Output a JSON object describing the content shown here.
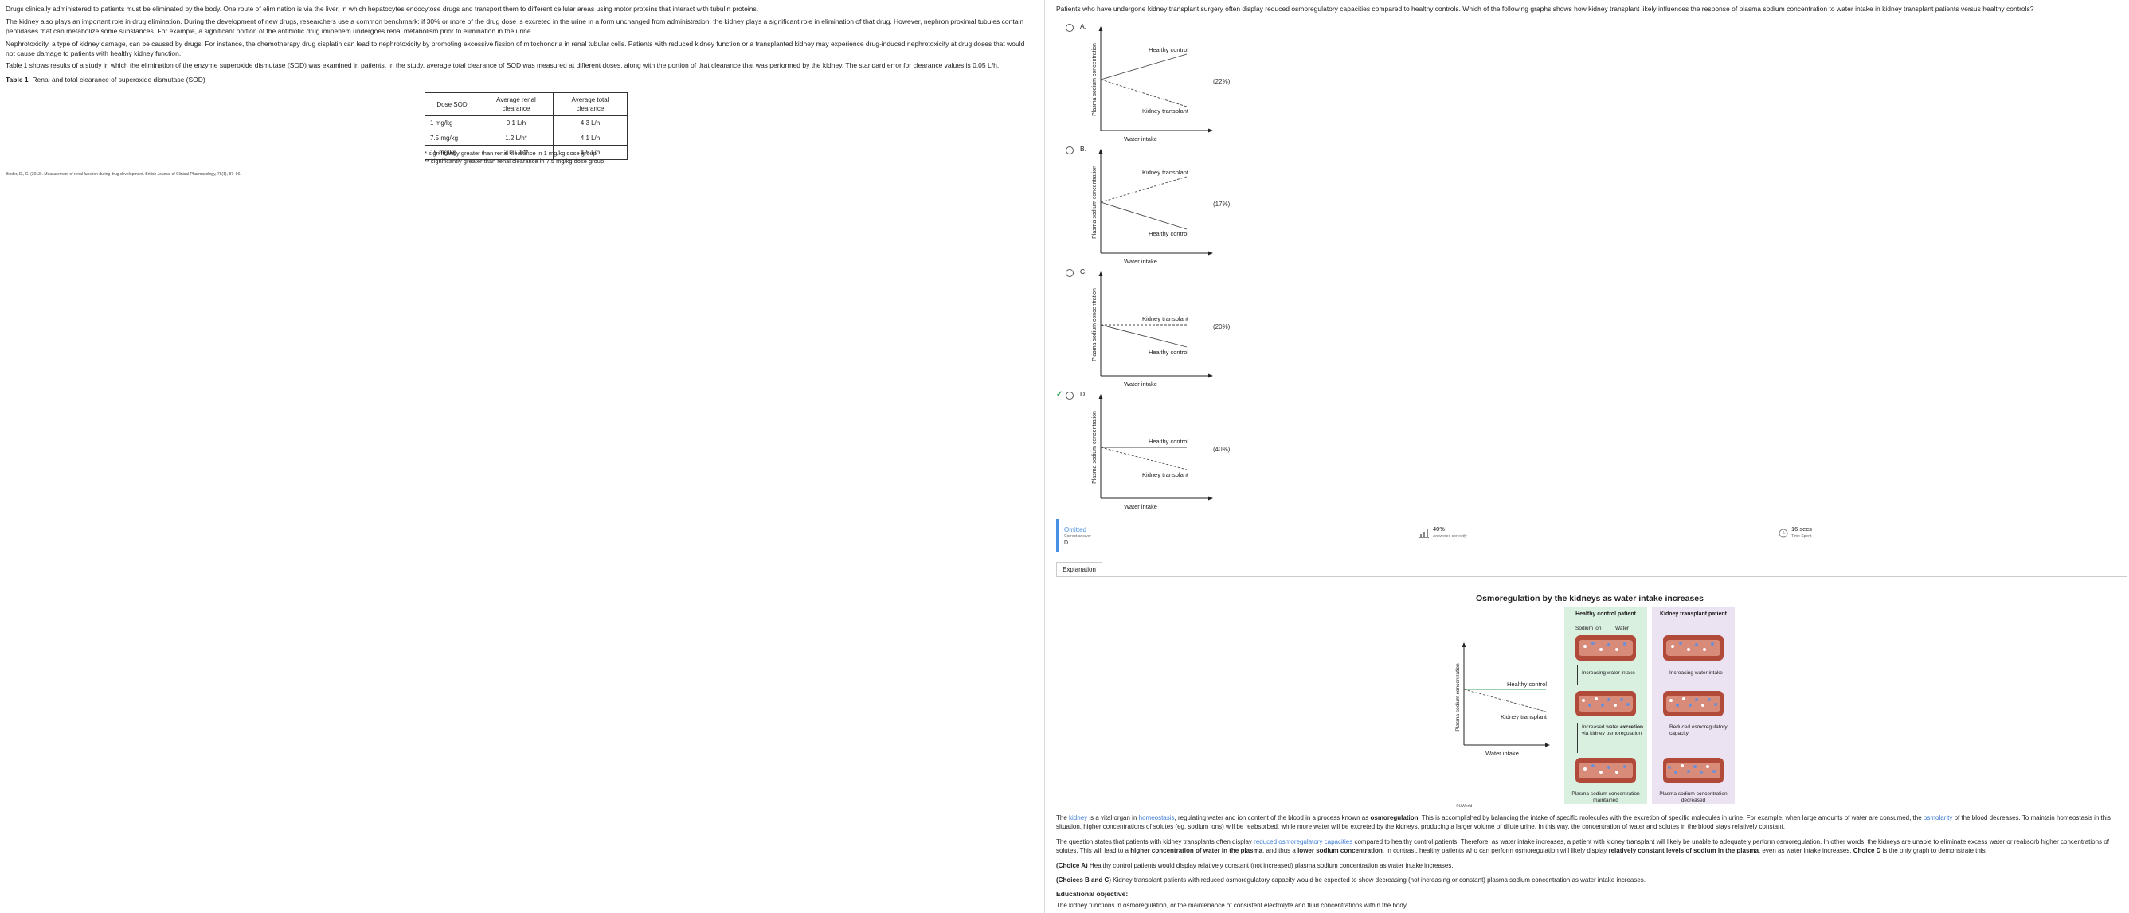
{
  "passage": {
    "p1": "Drugs clinically administered to patients must be eliminated by the body.  One route of elimination is via the liver, in which hepatocytes endocytose drugs and transport them to different cellular areas using motor proteins that interact with tubulin proteins.",
    "p2": "The kidney also plays an important role in drug elimination.  During the development of new drugs, researchers use a common benchmark: if 30% or more of the drug dose is excreted in the urine in a form unchanged from administration, the kidney plays a significant role in elimination of that drug.  However, nephron proximal tubules contain peptidases that can metabolize some substances.  For example, a significant portion of the antibiotic drug imipenem undergoes renal metabolism prior to elimination in the urine.",
    "p3": "Nephrotoxicity, a type of kidney damage, can be caused by drugs.  For instance, the chemotherapy drug cisplatin can lead to nephrotoxicity by promoting excessive fission of mitochondria in renal tubular cells.  Patients with reduced kidney function or a transplanted kidney may experience drug-induced nephrotoxicity at drug doses that would not cause damage to patients with healthy kidney function.",
    "p4": "Table 1 shows results of a study in which the elimination of the enzyme superoxide dismutase (SOD) was examined in patients.  In the study, average total clearance of SOD was measured at different doses, along with the portion of that clearance that was performed by the kidney.  The standard error for clearance values is 0.05 L/h.",
    "table_label": "Table 1",
    "table_title": "Renal and total clearance of superoxide dismutase (SOD)",
    "table": {
      "headers": [
        "Dose SOD",
        "Average renal clearance",
        "Average total clearance"
      ],
      "rows": [
        [
          "1 mg/kg",
          "0.1 L/h",
          "4.3 L/h"
        ],
        [
          "7.5 mg/kg",
          "1.2 L/h*",
          "4.1 L/h"
        ],
        [
          "15 mg/kg",
          "2.0 L/h**",
          "4.5 L/h"
        ]
      ]
    },
    "footnote1": "* significantly greater than renal clearance in 1 mg/kg dose group",
    "footnote2": "** significantly greater than renal clearance in 7.5 mg/kg dose group",
    "citation": "Binder, D., C. (2013). Measurement of renal function during drug development. British Journal of Clinical Pharmacology, 76(1), 87–96."
  },
  "question": {
    "stem": "Patients who have undergone kidney transplant surgery often display reduced osmoregulatory capacities compared to healthy controls.  Which of the following graphs shows how kidney transplant likely influences the response of plasma sodium concentration to water intake in kidney transplant patients versus healthy controls?",
    "y_label": "Plasma sodium concentration",
    "x_label": "Water intake",
    "choices": [
      {
        "letter": "A.",
        "percent": "(22%)",
        "top_label": "Healthy control",
        "bottom_label": "Kidney transplant"
      },
      {
        "letter": "B.",
        "percent": "(17%)",
        "top_label": "Kidney transplant",
        "bottom_label": "Healthy control"
      },
      {
        "letter": "C.",
        "percent": "(20%)",
        "top_label": "Kidney transplant",
        "bottom_label": "Healthy control"
      },
      {
        "letter": "D.",
        "percent": "(40%)",
        "top_label": "Healthy control",
        "bottom_label": "Kidney transplant"
      }
    ],
    "correct_mark": "✓"
  },
  "stats": {
    "status": "Omitted",
    "correct_answer_label": "Correct answer",
    "correct_answer": "D",
    "percent": "40%",
    "percent_label": "Answered correctly",
    "time": "16 secs",
    "time_label": "Time Spent"
  },
  "explanation": {
    "tab_label": "Explanation",
    "figure_title": "Osmoregulation by the kidneys as water intake increases",
    "y_label": "Plasma sodium concentration",
    "x_label": "Water intake",
    "line_top": "Healthy control",
    "line_bottom": "Kidney transplant",
    "col_healthy": "Healthy control patient",
    "col_transplant": "Kidney transplant patient",
    "legend_sodium": "Sodium ion",
    "legend_water": "Water",
    "step1_healthy": "Increasing water intake",
    "step1_transplant": "Increasing water intake",
    "step2_healthy_a": "Increased water",
    "step2_healthy_b": "excretion",
    "step2_healthy_c": "via kidney osmoregulation",
    "step2_transplant": "Reduced osmoregulatory capacity",
    "result_healthy": "Plasma sodium concentration maintained",
    "result_transplant": "Plasma sodium concentration decreased",
    "watermark": "©UWorld",
    "para1_a": "The ",
    "para1_kidney": "kidney",
    "para1_b": " is a vital organ in ",
    "para1_homeostasis": "homeostasis",
    "para1_c": ", regulating water and ion content of the blood in a process known as ",
    "para1_osmo": "osmoregulation",
    "para1_d": ".  This is accomplished by balancing the intake of specific molecules with the excretion of specific molecules in urine.  For example, when large amounts of water are consumed, the ",
    "para1_osmolarity": "osmolarity",
    "para1_e": " of the blood decreases.  To maintain homeostasis in this situation, higher concentrations of solutes (eg, sodium ions) will be reabsorbed, while more water will be excreted by the kidneys, producing a larger volume of dilute urine.  In this way, the concentration of water and solutes in the blood stays relatively constant.",
    "para2_a": "The question states that patients with kidney transplants often display ",
    "para2_link": "reduced osmoregulatory capacities",
    "para2_b": " compared to healthy control patients.  Therefore, as water intake increases, a patient with kidney transplant will likely be unable to adequately perform osmoregulation.  In other words, the kidneys are unable to eliminate excess water or reabsorb higher concentrations of solutes.  This will lead to a ",
    "para2_bold1": "higher concentration of water in the plasma",
    "para2_c": ", and thus a ",
    "para2_bold2": "lower sodium concentration",
    "para2_d": ".  In contrast, healthy patients who can perform osmoregulation will likely display ",
    "para2_bold3": "relatively constant levels of sodium in the plasma",
    "para2_e": ", even as water intake increases.  ",
    "para2_bold4": "Choice D",
    "para2_f": " is the only graph to demonstrate this.",
    "choice_a_label": "(Choice A)",
    "choice_a_text": "  Healthy control patients would display relatively constant (not increased) plasma sodium concentration as water intake increases.",
    "choice_bc_label": "(Choices B and C)",
    "choice_bc_text": "  Kidney transplant patients with reduced osmoregulatory capacity would be expected to show decreasing (not increasing or constant) plasma sodium concentration as water intake increases.",
    "edu_title": "Educational objective:",
    "edu_text": "The kidney functions in osmoregulation, or the maintenance of consistent electrolyte and fluid concentrations within the body."
  },
  "colors": {
    "healthy_panel": "#d9efe0",
    "transplant_panel": "#ece3f2",
    "link": "#3a7bd5",
    "accent": "#4a90e2",
    "correct": "#3aa35a"
  }
}
